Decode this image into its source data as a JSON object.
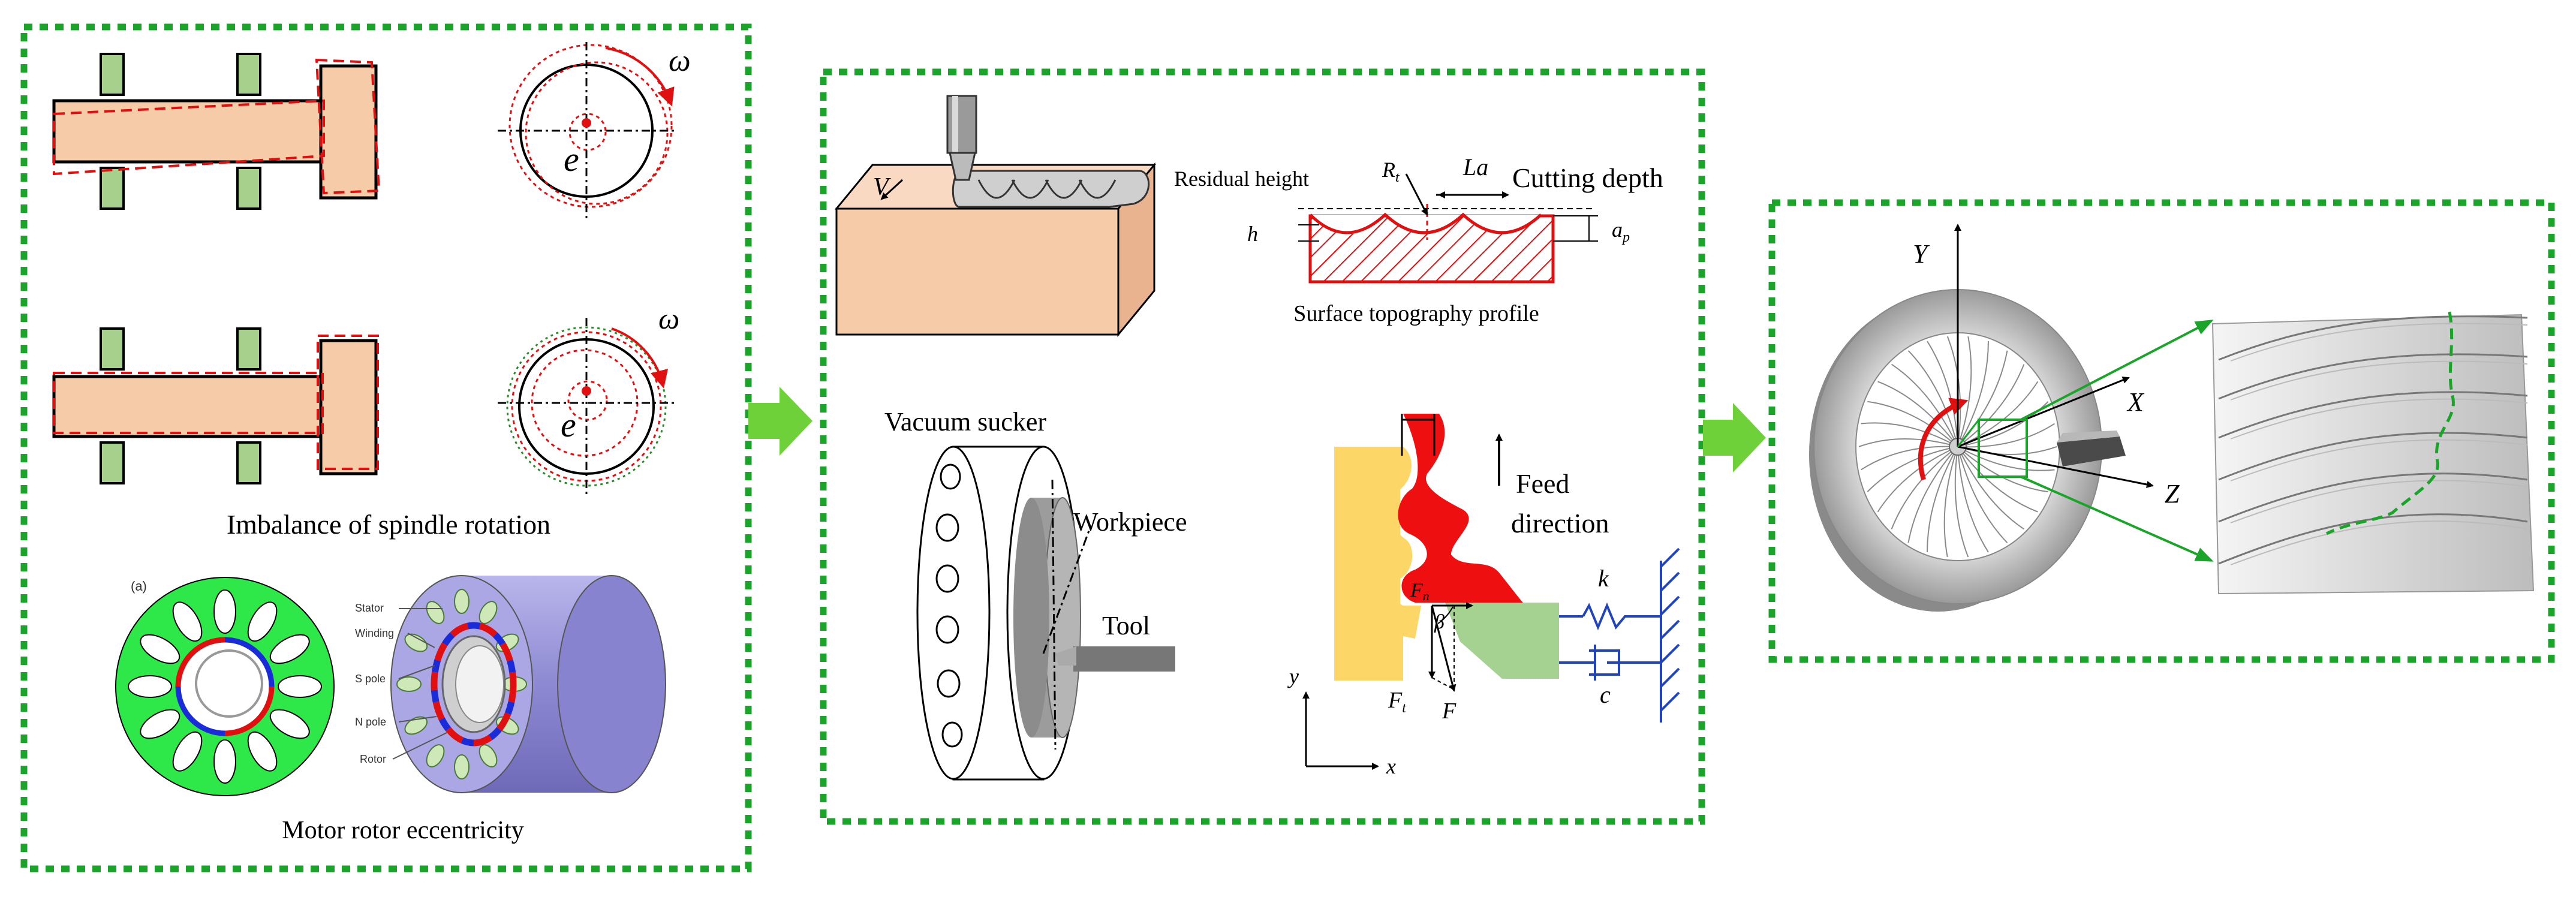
{
  "colors": {
    "panel_border": "#1aa52a",
    "arrow_green": "#6fd13a",
    "shaft_fill": "#f6cba8",
    "bearing_fill": "#a8d08d",
    "unbalance_red": "#e01010",
    "rotor_green": "#2ee84a",
    "cylinder_purple": "#9a97d8",
    "wall_yellow": "#fcd667",
    "tool_green": "#a5d191",
    "spring_blue": "#2244bb",
    "blade_gray": "#c9c9c9"
  },
  "panel1": {
    "omega_top": "ω",
    "e_top": "e",
    "omega_mid": "ω",
    "e_mid": "e",
    "caption_spindle": "Imbalance of spindle rotation",
    "rotor_tag": "(a)",
    "rotor_labels": [
      "Stator",
      "Winding",
      "S pole",
      "N pole",
      "Rotor"
    ],
    "caption_motor": "Motor rotor eccentricity"
  },
  "panel2": {
    "v_label": "V",
    "residual_height": "Residual height",
    "rt_label": "R",
    "rt_sub": "t",
    "la_label": "La",
    "cutting_depth": "Cutting depth",
    "h_label": "h",
    "ap_label": "a",
    "ap_sub": "p",
    "surface_profile": "Surface topography profile",
    "vacuum_sucker": "Vacuum sucker",
    "workpiece": "Workpiece",
    "tool": "Tool",
    "feed_line1": "Feed",
    "feed_line2": "direction",
    "fn_label": "F",
    "fn_sub": "n",
    "beta": "β",
    "ft_label": "F",
    "ft_sub": "t",
    "f_label": "F",
    "k_label": "k",
    "c_label": "c",
    "y_axis": "y",
    "x_axis": "x"
  },
  "panel3": {
    "y_axis": "Y",
    "x_axis": "X",
    "z_axis": "Z"
  }
}
